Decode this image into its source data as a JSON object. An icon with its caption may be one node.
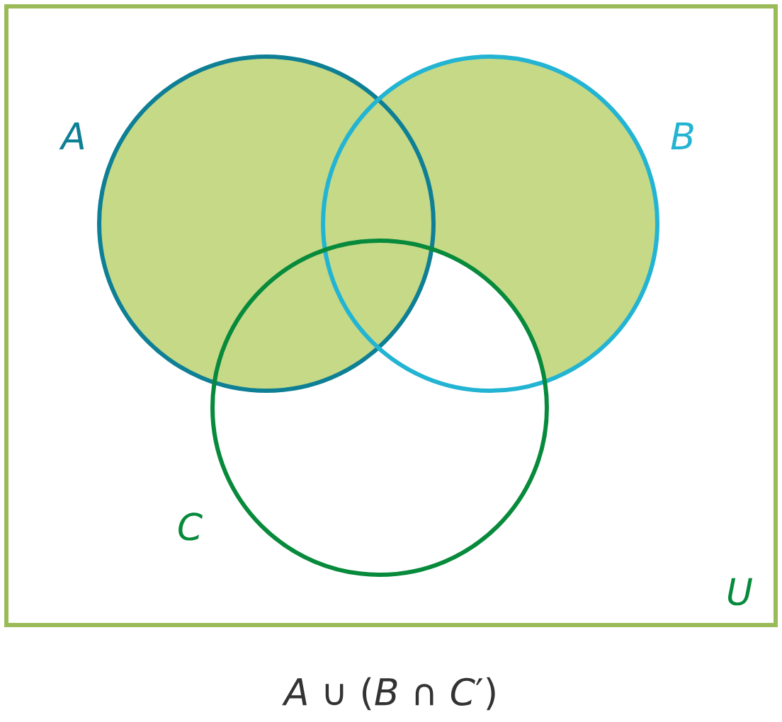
{
  "diagram": {
    "caption": "*A* ∪ (*B* ∩ *C*′)",
    "nodes": [
      {
        "text": [
          "U"
        ]
      },
      {
        "text": [
          "A"
        ],
        "in": 0
      },
      {
        "text": [
          "B"
        ],
        "in": 0
      },
      {
        "text": [
          "C"
        ],
        "in": 0
      }
    ],
    "edges": []
  }
}
